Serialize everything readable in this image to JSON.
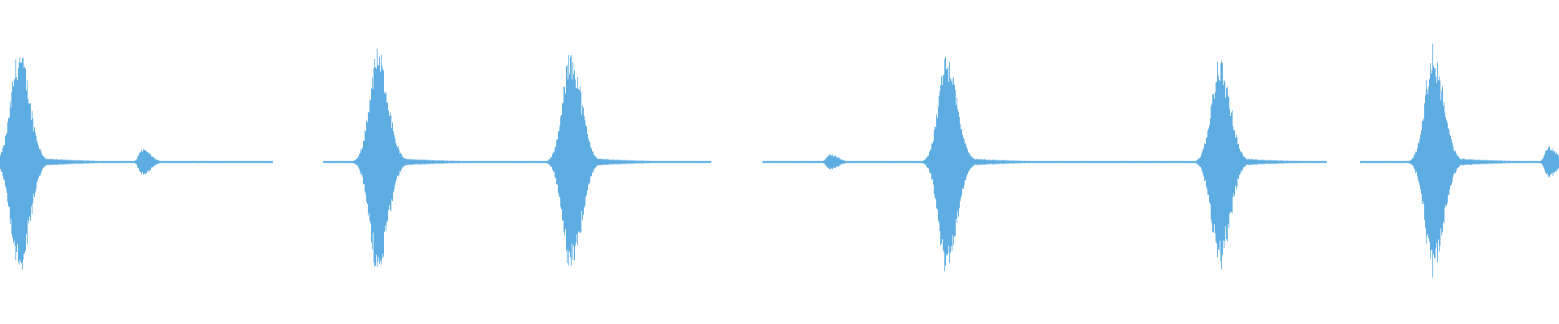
{
  "waveform": {
    "color": "#5dade2",
    "background": "#ffffff",
    "bursts": [
      {
        "center": 0.012,
        "amplitude": 1.0,
        "kind": "major"
      },
      {
        "center": 0.091,
        "amplitude": 0.12,
        "kind": "minor"
      },
      {
        "center": 0.242,
        "amplitude": 1.0,
        "kind": "major"
      },
      {
        "center": 0.366,
        "amplitude": 0.99,
        "kind": "major"
      },
      {
        "center": 0.532,
        "amplitude": 0.07,
        "kind": "minor"
      },
      {
        "center": 0.607,
        "amplitude": 0.98,
        "kind": "major"
      },
      {
        "center": 0.782,
        "amplitude": 0.92,
        "kind": "major"
      },
      {
        "center": 0.919,
        "amplitude": 1.0,
        "kind": "major"
      },
      {
        "center": 0.993,
        "amplitude": 0.14,
        "kind": "minor"
      }
    ],
    "silent_gaps": [
      {
        "start": 0.175,
        "end": 0.207
      },
      {
        "start": 0.456,
        "end": 0.489
      },
      {
        "start": 0.851,
        "end": 0.872
      }
    ]
  }
}
